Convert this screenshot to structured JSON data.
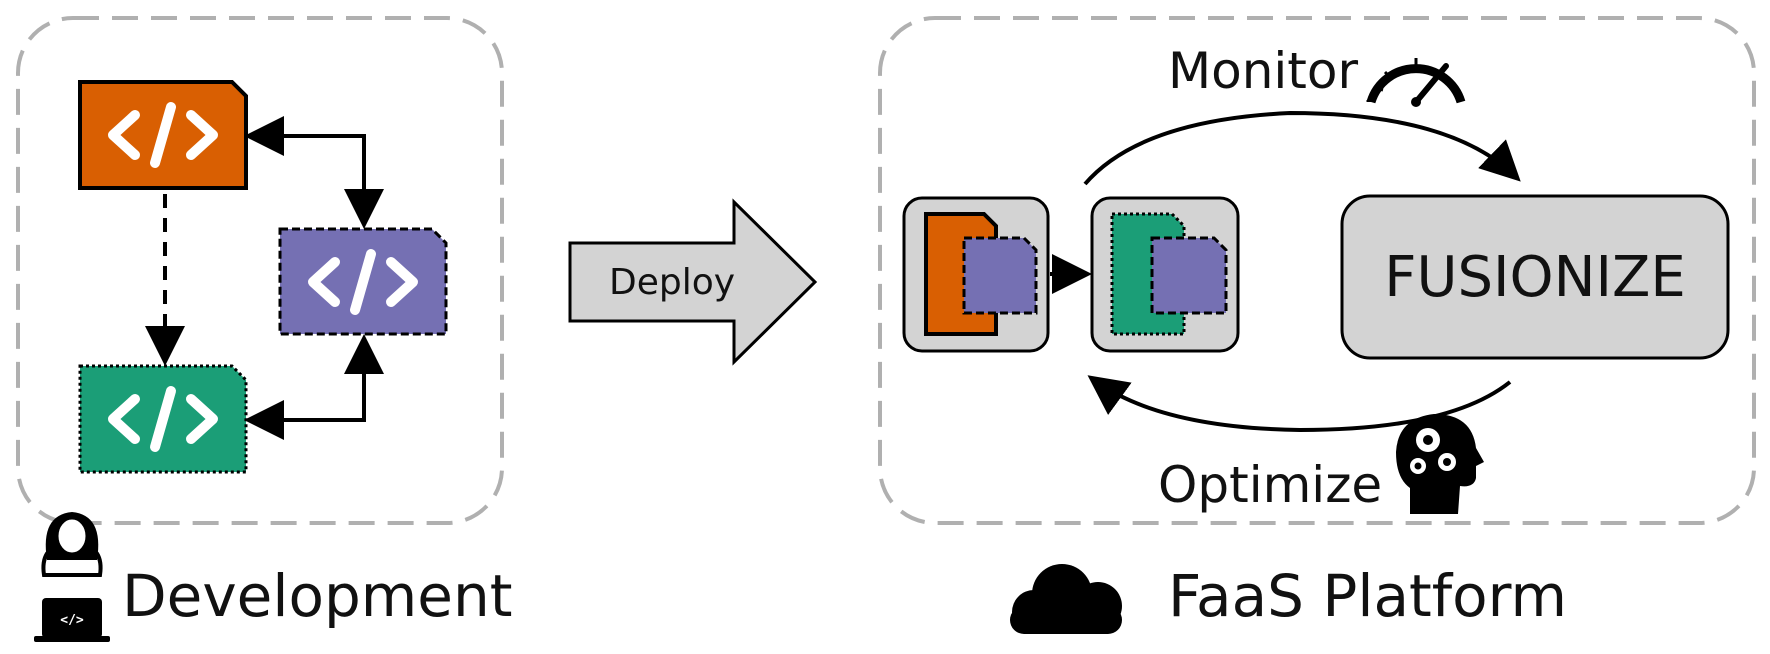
{
  "development": {
    "label": "Development",
    "code_glyph": "</>",
    "laptop_glyph": "</>"
  },
  "deploy": {
    "label": "Deploy"
  },
  "platform": {
    "label": "FaaS Platform",
    "fusionize_label": "FUSIONIZE",
    "monitor_label": "Monitor",
    "optimize_label": "Optimize"
  },
  "colors": {
    "orange": "#d95f02",
    "purple": "#7570b3",
    "green": "#1b9e77",
    "gray_box": "#d3d3d3",
    "dashed_border": "#b0b0b0"
  },
  "icons": {
    "developer": "developer-icon",
    "cloud": "cloud-icon",
    "speedometer": "speedometer-icon",
    "brain_gears": "brain-gears-icon"
  }
}
